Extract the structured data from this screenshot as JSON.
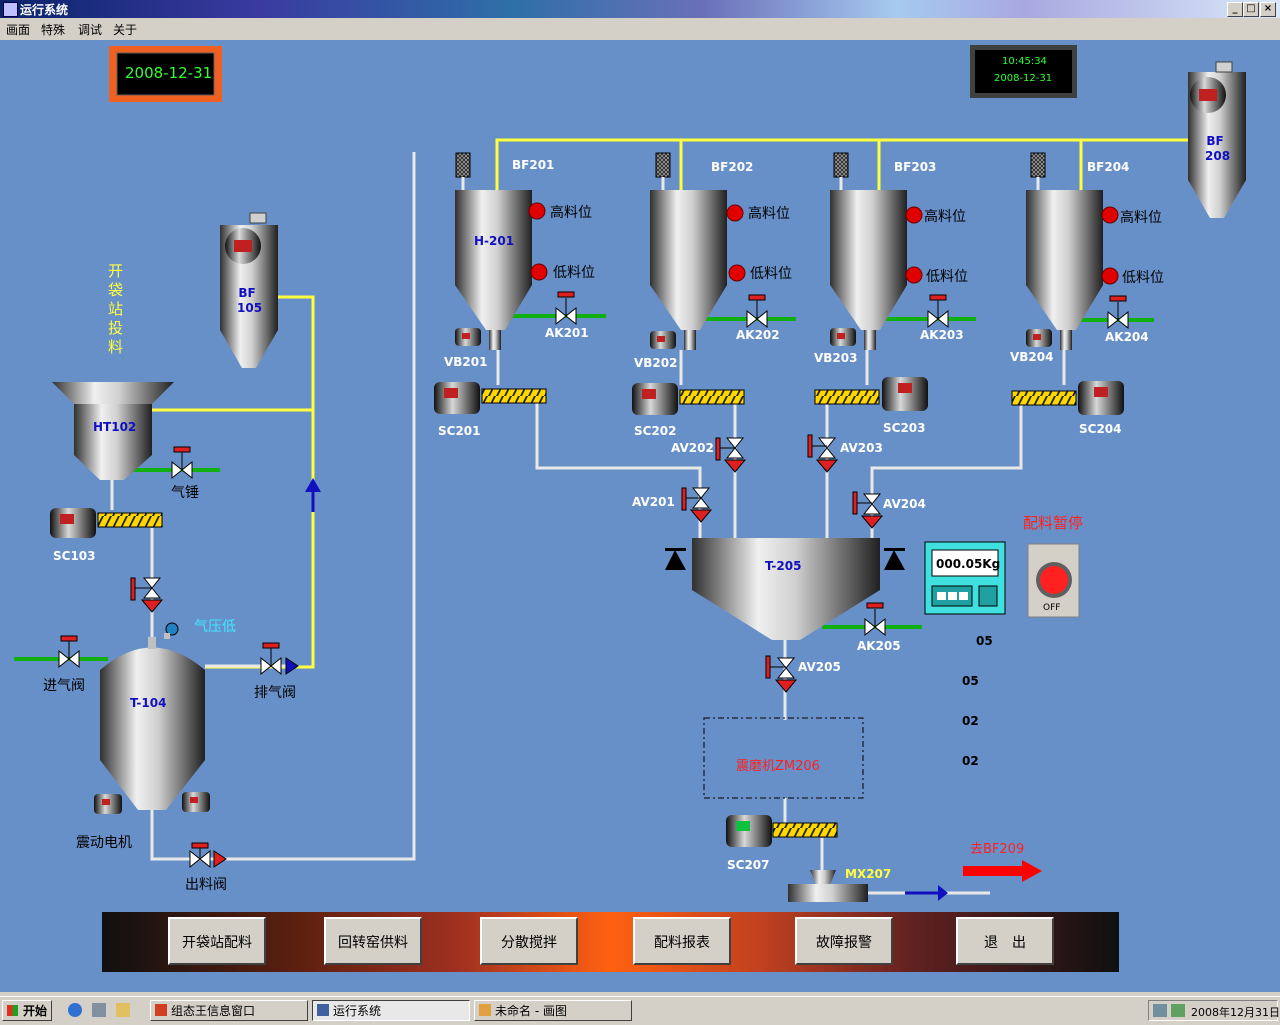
{
  "window": {
    "title": "运行系统",
    "controls": [
      "_",
      "□",
      "×"
    ]
  },
  "menu": [
    "画面",
    "特殊",
    "调试",
    "关于"
  ],
  "date_display": "2008-12-31",
  "clock": {
    "time": "10:45:34",
    "date": "2008-12-31"
  },
  "station_label": "开袋站投料",
  "tanks": {
    "bf105": "BF\n105",
    "bf208": "BF\n208",
    "ht102": "HT102",
    "t104": "T-104",
    "h201": "H-201",
    "t205": "T-205"
  },
  "labels": {
    "bf201": "BF201",
    "bf202": "BF202",
    "bf203": "BF203",
    "bf204": "BF204",
    "high": "高料位",
    "low": "低料位",
    "ak201": "AK201",
    "ak202": "AK202",
    "ak203": "AK203",
    "ak204": "AK204",
    "ak205": "AK205",
    "vb201": "VB201",
    "vb202": "VB202",
    "vb203": "VB203",
    "vb204": "VB204",
    "sc201": "SC201",
    "sc202": "SC202",
    "sc203": "SC203",
    "sc204": "SC204",
    "sc103": "SC103",
    "sc207": "SC207",
    "av201": "AV201",
    "av202": "AV202",
    "av203": "AV203",
    "av204": "AV204",
    "av205": "AV205",
    "hammer": "气锤",
    "low_pressure": "气压低",
    "inlet_valve": "进气阀",
    "exhaust_valve": "排气阀",
    "vib_motor": "震动电机",
    "outlet_valve": "出料阀",
    "zm206": "震磨机ZM206",
    "mx207": "MX207",
    "to_bf209": "去BF209",
    "pause": "配料暂停",
    "off": "OFF"
  },
  "scale": {
    "weight": "000.05Kg"
  },
  "readings": [
    "05",
    "05",
    "02",
    "02"
  ],
  "buttons": [
    "开袋站配料",
    "回转窑供料",
    "分散搅拌",
    "配料报表",
    "故障报警",
    "退　出"
  ],
  "taskbar": {
    "start": "开始",
    "tasks": [
      "组态王信息窗口",
      "运行系统",
      "未命名 - 画图"
    ],
    "clock": "2008年12月31日"
  },
  "colors": {
    "background": "#6890c8",
    "pipe_yellow": "#ffff40",
    "air_green": "#10b010",
    "valve_red": "#e02020"
  }
}
